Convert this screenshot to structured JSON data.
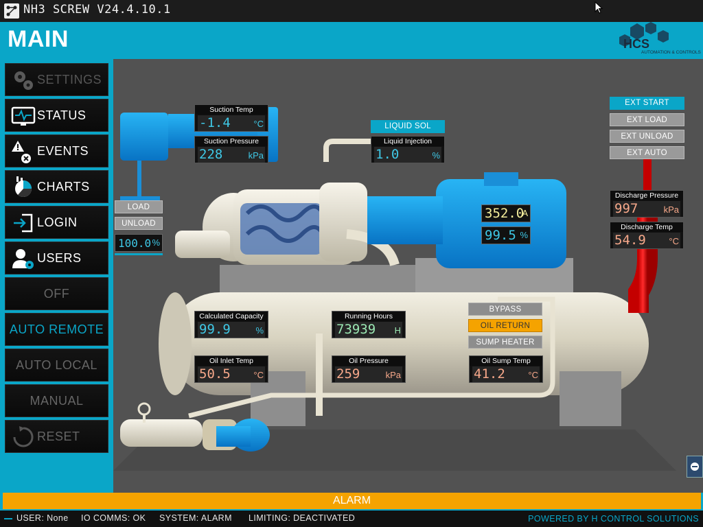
{
  "window": {
    "title": "NH3 SCREW V24.4.10.1"
  },
  "header": {
    "page_title": "MAIN",
    "logo_text": "HCS",
    "logo_subtext": "AUTOMATION & CONTROLS"
  },
  "sidebar": {
    "items": [
      {
        "label": "SETTINGS",
        "icon": "gears-icon",
        "state": "disabled"
      },
      {
        "label": "STATUS",
        "icon": "monitor-pulse-icon",
        "state": "enabled"
      },
      {
        "label": "EVENTS",
        "icon": "warning-icon",
        "state": "enabled"
      },
      {
        "label": "CHARTS",
        "icon": "pie-chart-icon",
        "state": "enabled"
      },
      {
        "label": "LOGIN",
        "icon": "login-icon",
        "state": "enabled"
      },
      {
        "label": "USERS",
        "icon": "users-gear-icon",
        "state": "enabled"
      },
      {
        "label": "OFF",
        "state": "inactive"
      },
      {
        "label": "AUTO REMOTE",
        "state": "active"
      },
      {
        "label": "AUTO LOCAL",
        "state": "inactive"
      },
      {
        "label": "MANUAL",
        "state": "inactive"
      },
      {
        "label": "RESET",
        "icon": "reset-icon",
        "state": "disabled"
      }
    ]
  },
  "gauges": {
    "suction_temp": {
      "label": "Suction Temp",
      "value": "-1.4",
      "unit": "°C"
    },
    "suction_pressure": {
      "label": "Suction Pressure",
      "value": "228",
      "unit": "kPa"
    },
    "liquid_injection": {
      "label": "Liquid Injection",
      "value": "1.0",
      "unit": "%"
    },
    "discharge_pressure": {
      "label": "Discharge Pressure",
      "value": "997",
      "unit": "kPa"
    },
    "discharge_temp": {
      "label": "Discharge Temp",
      "value": "54.9",
      "unit": "°C"
    },
    "calculated_capacity": {
      "label": "Calculated Capacity",
      "value": "99.9",
      "unit": "%"
    },
    "running_hours": {
      "label": "Running Hours",
      "value": "73939",
      "unit": "H"
    },
    "oil_inlet_temp": {
      "label": "Oil Inlet Temp",
      "value": "50.5",
      "unit": "°C"
    },
    "oil_pressure": {
      "label": "Oil Pressure",
      "value": "259",
      "unit": "kPa"
    },
    "oil_sump_temp": {
      "label": "Oil Sump Temp",
      "value": "41.2",
      "unit": "°C"
    },
    "motor_current": {
      "value": "352.0",
      "unit": "A"
    },
    "motor_load": {
      "value": "99.5",
      "unit": "%"
    },
    "slide_valve": {
      "value": "100.0",
      "unit": "%"
    }
  },
  "buttons": {
    "load": "LOAD",
    "unload": "UNLOAD",
    "liquid_sol": "LIQUID SOL",
    "ext_start": "EXT START",
    "ext_load": "EXT LOAD",
    "ext_unload": "EXT UNLOAD",
    "ext_auto": "EXT AUTO",
    "bypass": "BYPASS",
    "oil_return": "OIL RETURN",
    "sump_heater": "SUMP HEATER"
  },
  "alarm": {
    "label": "ALARM"
  },
  "status_bar": {
    "user": "USER: None",
    "io_comms": "IO COMMS: OK",
    "system": "SYSTEM: ALARM",
    "limiting": "LIMITING: DEACTIVATED",
    "powered_by": "POWERED BY H CONTROL SOLUTIONS"
  },
  "colors": {
    "accent": "#0aa6c8",
    "alarm": "#f5a300",
    "background": "#525252"
  }
}
